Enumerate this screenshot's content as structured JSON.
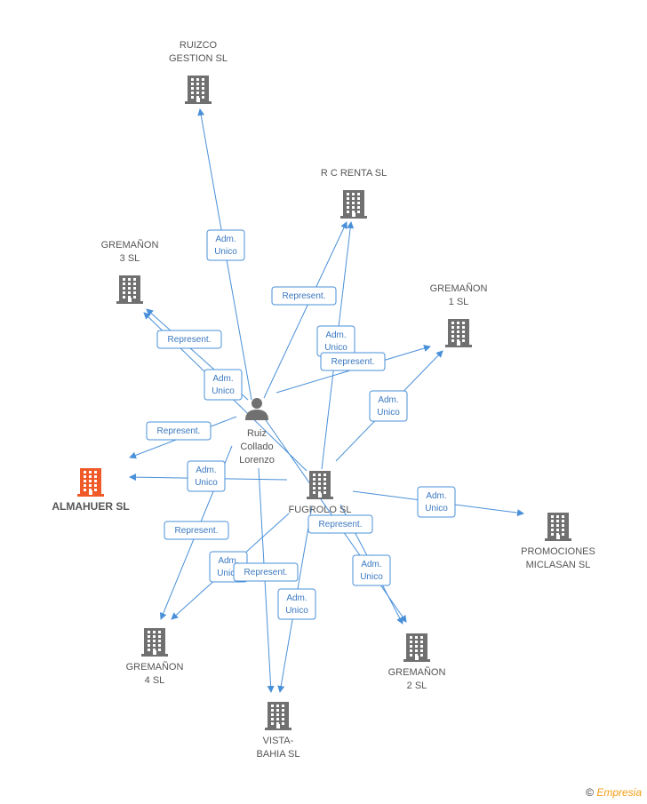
{
  "colors": {
    "edge": "#4a90d9",
    "company": "#707070",
    "main_company": "#f05a28",
    "person": "#707070"
  },
  "nodes": [
    {
      "id": "ruizco",
      "label": [
        "RUIZCO",
        "GESTION SL"
      ],
      "type": "company"
    },
    {
      "id": "rcrenta",
      "label": [
        "R C RENTA SL"
      ],
      "type": "company"
    },
    {
      "id": "grem3",
      "label": [
        "GREMAÑON",
        "3 SL"
      ],
      "type": "company"
    },
    {
      "id": "grem1",
      "label": [
        "GREMAÑON",
        "1 SL"
      ],
      "type": "company"
    },
    {
      "id": "person",
      "label": [
        "Ruiz",
        "Collado",
        "Lorenzo"
      ],
      "type": "person"
    },
    {
      "id": "almahuer",
      "label": [
        "ALMAHUER SL"
      ],
      "type": "main"
    },
    {
      "id": "fugrolo",
      "label": [
        "FUGROLO  SL"
      ],
      "type": "company"
    },
    {
      "id": "promociones",
      "label": [
        "PROMOCIONES",
        "MICLASAN SL"
      ],
      "type": "company"
    },
    {
      "id": "grem4",
      "label": [
        "GREMAÑON",
        "4 SL"
      ],
      "type": "company"
    },
    {
      "id": "grem2",
      "label": [
        "GREMAÑON",
        "2 SL"
      ],
      "type": "company"
    },
    {
      "id": "vista",
      "label": [
        "VISTA-",
        "BAHIA SL"
      ],
      "type": "company"
    }
  ],
  "edges": [
    {
      "from": "person",
      "to": "ruizco",
      "label": [
        "Adm.",
        "Unico"
      ]
    },
    {
      "from": "person",
      "to": "rcrenta",
      "label": [
        "Represent."
      ]
    },
    {
      "from": "fugrolo",
      "to": "rcrenta",
      "label": [
        "Adm.",
        "Unico"
      ]
    },
    {
      "from": "person",
      "to": "grem3",
      "label": [
        "Adm.",
        "Unico"
      ]
    },
    {
      "from": "fugrolo",
      "to": "grem3",
      "label": [
        "Represent."
      ]
    },
    {
      "from": "person",
      "to": "grem1",
      "label": [
        "Represent."
      ]
    },
    {
      "from": "fugrolo",
      "to": "grem1",
      "label": [
        "Adm.",
        "Unico"
      ]
    },
    {
      "from": "person",
      "to": "almahuer",
      "label": [
        "Represent."
      ]
    },
    {
      "from": "fugrolo",
      "to": "almahuer",
      "label": [
        "Adm.",
        "Unico"
      ]
    },
    {
      "from": "fugrolo",
      "to": "promociones",
      "label": [
        "Adm.",
        "Unico"
      ]
    },
    {
      "from": "person",
      "to": "grem4",
      "label": [
        "Represent."
      ]
    },
    {
      "from": "fugrolo",
      "to": "grem4",
      "label": [
        "Adm.",
        "Unico"
      ]
    },
    {
      "from": "person",
      "to": "grem2",
      "label": [
        "Represent."
      ]
    },
    {
      "from": "fugrolo",
      "to": "grem2",
      "label": [
        "Adm.",
        "Unico"
      ]
    },
    {
      "from": "person",
      "to": "vista",
      "label": [
        "Represent."
      ]
    },
    {
      "from": "fugrolo",
      "to": "vista",
      "label": [
        "Adm.",
        "Unico"
      ]
    }
  ],
  "footer": {
    "copyright": "©",
    "brand": "Empresia"
  }
}
